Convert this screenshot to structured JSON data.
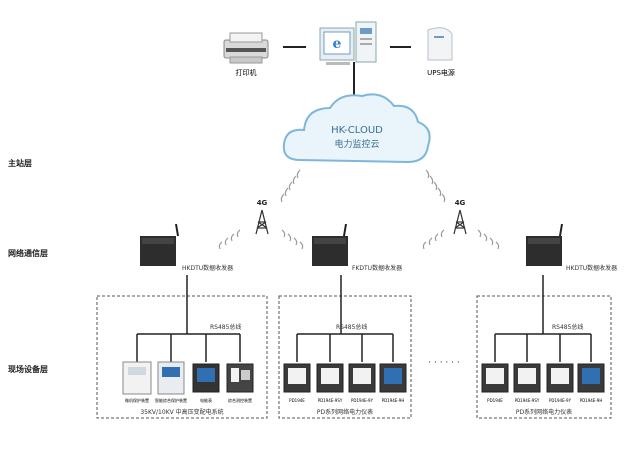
{
  "top": {
    "printer_label": "打印机",
    "ups_label": "UPS电源"
  },
  "cloud": {
    "line1": "HK-CLOUD",
    "line2": "电力监控云"
  },
  "layers": {
    "station": "主站层",
    "network": "网络通信层",
    "field": "现场设备层"
  },
  "network": {
    "tower_label": "4G",
    "gateway_left": "HKDTU数据收发器",
    "gateway_mid": "FKDTU数据收发器",
    "gateway_right": "HKDTU数据收发器"
  },
  "bus_label": "RS485总线",
  "groups": [
    {
      "devices": [
        "微机保护装置",
        "智能综合保护装置",
        "电能表",
        "综合测控装置"
      ],
      "caption": "35KV/10KV    中高压变配电系统"
    },
    {
      "devices": [
        "PD194E",
        "PD194E-9SY",
        "PD194E-9Y",
        "PD194E-9H"
      ],
      "caption": "PD系列网络电力仪表"
    },
    {
      "devices": [
        "PD194E",
        "PD194E-9SY",
        "PD194E-9Y",
        "PD194E-9H"
      ],
      "caption": "PD系列网络电力仪表"
    }
  ],
  "ellipsis": "· · · · · ·",
  "colors": {
    "cloud_fill": "#eaf4fb",
    "cloud_stroke": "#7fb6d9",
    "cloud_text": "#3a6f95",
    "gateway": "#2d2d2d",
    "line": "#333333",
    "screen": "#2f6fb2"
  }
}
